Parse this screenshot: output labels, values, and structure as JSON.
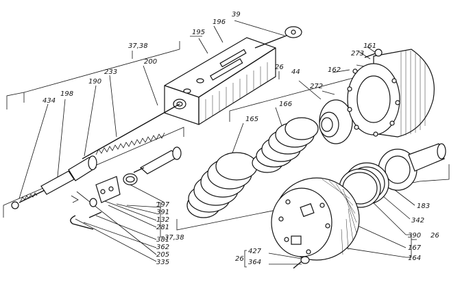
{
  "callouts": {
    "c3738": "37,38",
    "c195": "195",
    "c196": "196",
    "c39": "39",
    "c161": "161",
    "c273": "273",
    "c200": "200",
    "c233": "233",
    "c190": "190",
    "c198": "198",
    "c434": "434",
    "c26a": "26",
    "c44": "44",
    "c162": "162",
    "c272": "272",
    "c165": "165",
    "c166": "166",
    "c197": "197",
    "c391": "391",
    "c132": "132",
    "c281": "281",
    "c3738b": "37,38",
    "c381": "381",
    "c362": "362",
    "c205": "205",
    "c335": "335",
    "c183": "183",
    "c342": "342",
    "c390": "390",
    "c26b": "26",
    "c167": "167",
    "c164": "164",
    "c427": "427",
    "c364": "364",
    "c26c": "26"
  }
}
